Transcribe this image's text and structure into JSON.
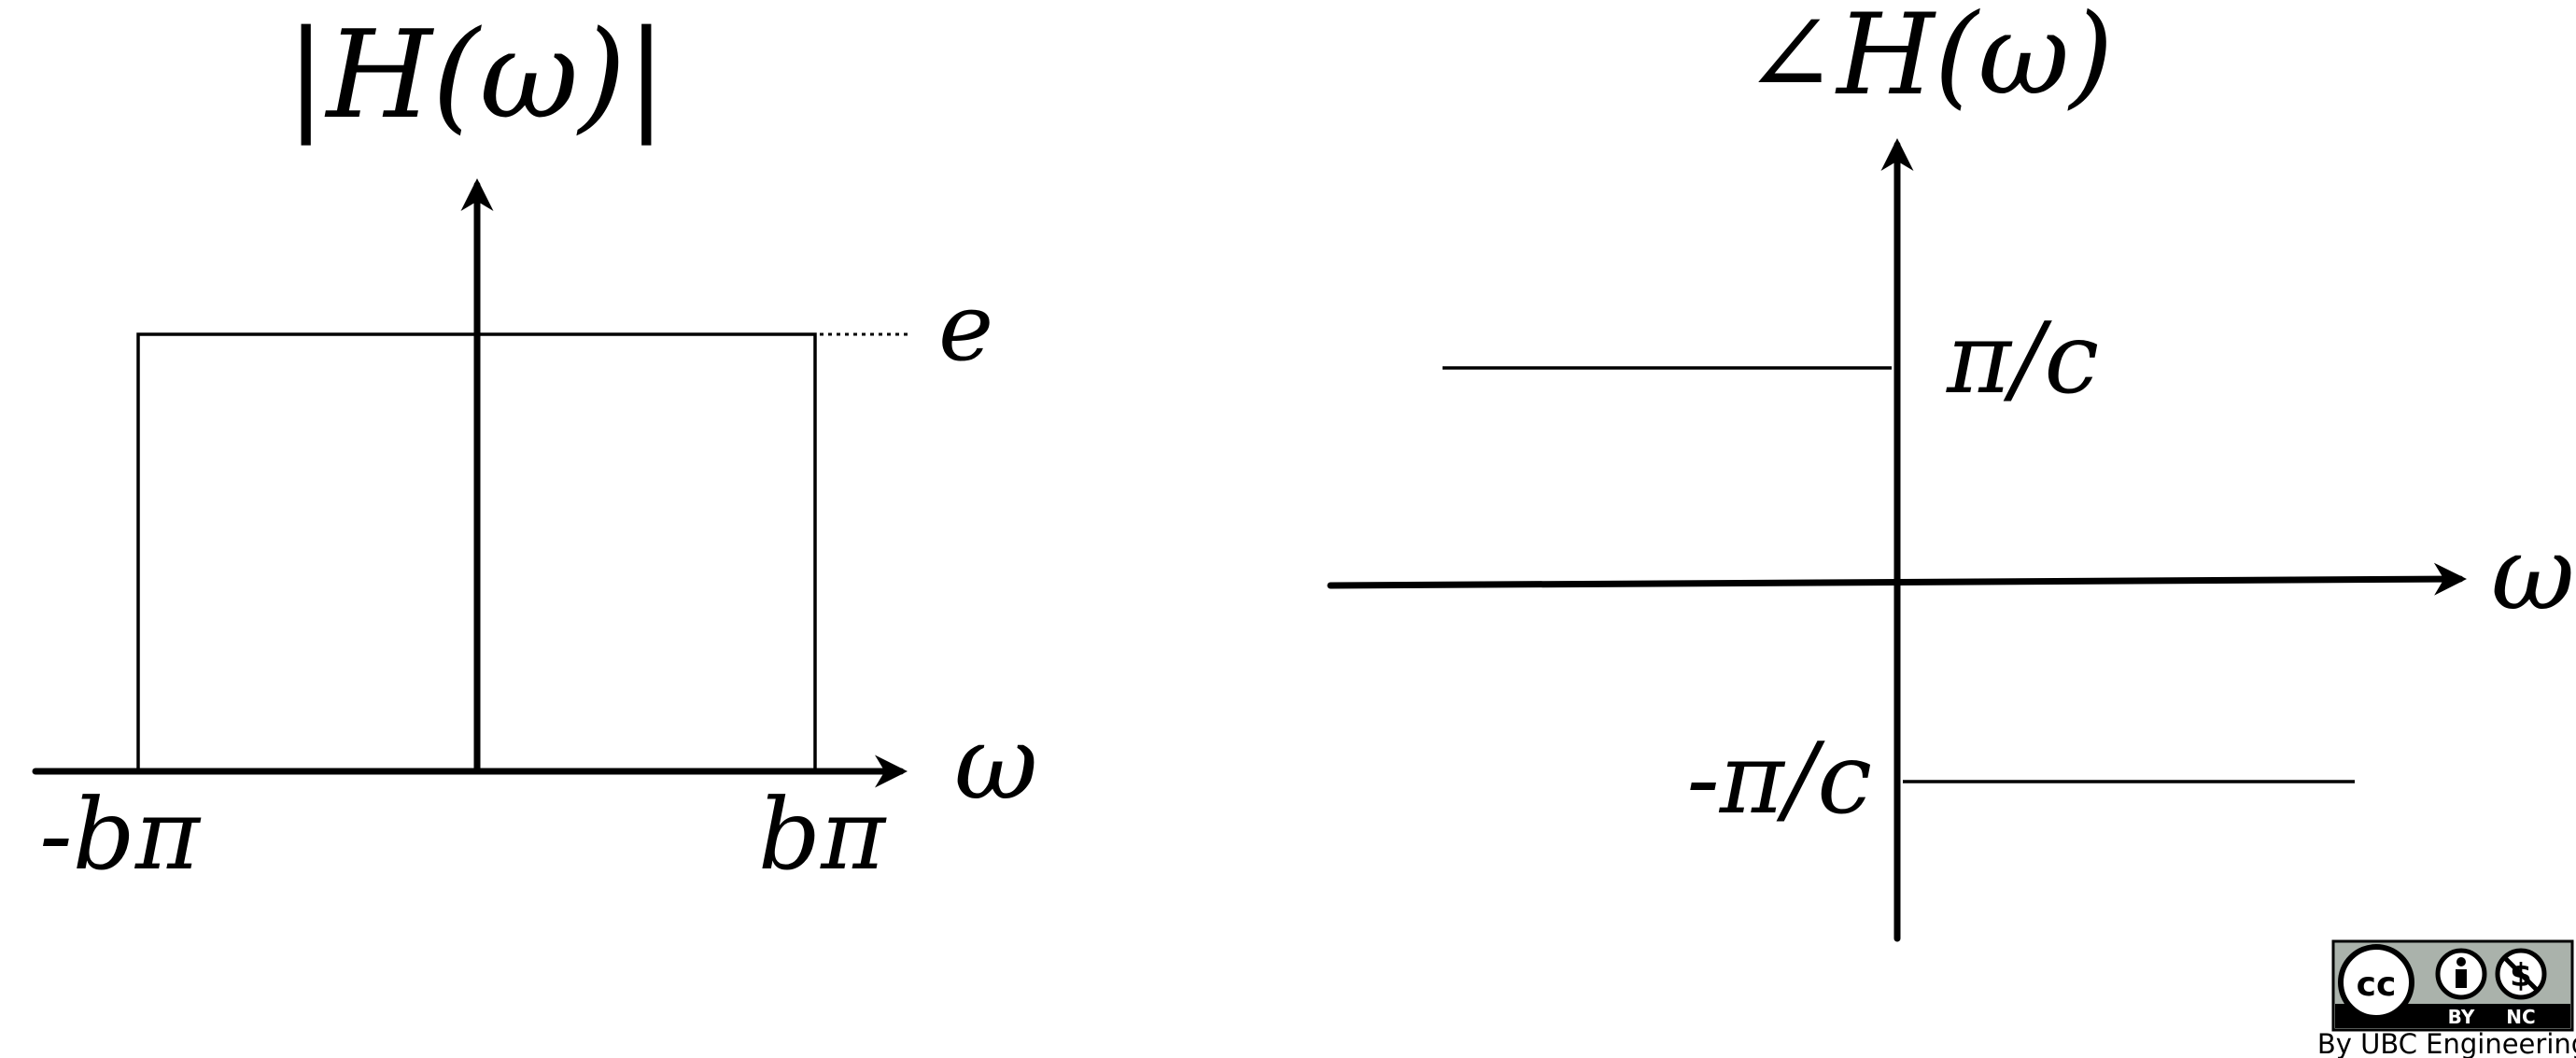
{
  "magnitude_plot": {
    "title": "|H(ω)|",
    "axis_label": "ω",
    "level_label": "e",
    "left_label": "-bπ",
    "right_label": "bπ"
  },
  "phase_plot": {
    "title": "∠H(ω)",
    "axis_label": "ω",
    "upper_label": "π/c",
    "lower_label": "-π/c"
  },
  "license": {
    "badge_cc": "cc",
    "badge_by": "BY",
    "badge_nc": "NC",
    "credit": "By UBC Engineering"
  }
}
